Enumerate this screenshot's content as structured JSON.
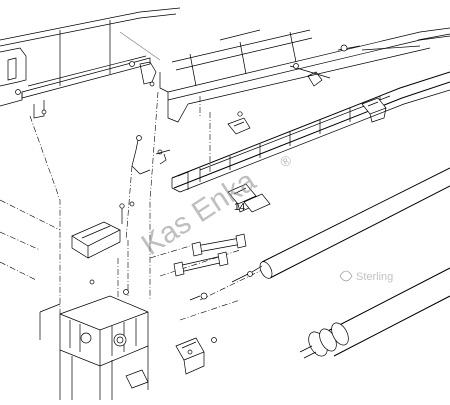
{
  "diagram": {
    "part_callout": "14",
    "watermark_main": "Kas Enka",
    "watermark_mark": "®",
    "watermark_secondary": "Sterling"
  },
  "colors": {
    "line": "#000000",
    "background": "#ffffff",
    "watermark": "#8a8a8a",
    "watermark_secondary": "#c2c2c2"
  }
}
